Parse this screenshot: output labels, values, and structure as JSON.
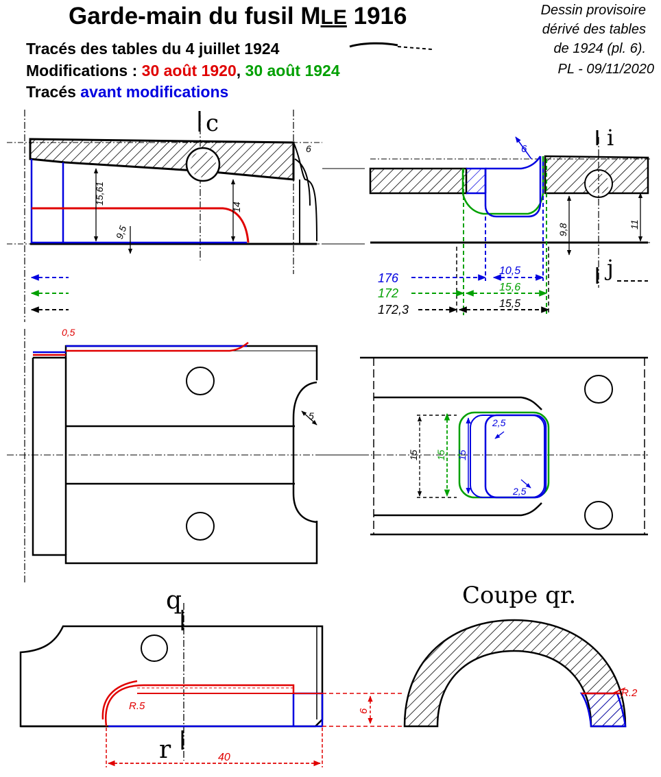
{
  "title": {
    "prefix": "Garde-main du fusil M",
    "superscript": "LE",
    "suffix": " 1916"
  },
  "subtitle": {
    "line1": "Tracés des tables du 4 juillet 1924",
    "line2_prefix": "Modifications : ",
    "date_red": "30 août 1920",
    "separator": ", ",
    "date_green": "30 août 1924",
    "line3_prefix": "Tracés ",
    "line3_blue": "avant modifications"
  },
  "note": {
    "line1": "Dessin provisoire",
    "line2": "dérivé des tables",
    "line3": "de 1924 (pl. 6).",
    "line4": "PL - 09/11/2020"
  },
  "colors": {
    "red": "#e00000",
    "green": "#00a000",
    "blue": "#0000e0",
    "black": "#000000"
  },
  "section_letters": {
    "c": "c",
    "i": "i",
    "j": "j",
    "q": "q",
    "r": "r"
  },
  "section_title": "Coupe qr.",
  "dimensions": {
    "top_left_small": "6",
    "top_left_height": "15,61",
    "top_left_red_height": "14",
    "top_left_bottom": "9,5",
    "top_right_corner": "6",
    "top_right_height_a": "9,8",
    "top_right_height_b": "11",
    "row_blue_left": "176",
    "row_blue_right": "10,5",
    "row_green_left": "172",
    "row_green_right": "15,6",
    "row_black_left": "172,3",
    "row_black_right": "15,5",
    "mid_left_red": "0,5",
    "mid_left_notch": "5",
    "mid_right_black": "15",
    "mid_right_green": "15",
    "mid_right_blue": "15",
    "mid_right_radius_top": "2,5",
    "mid_right_radius_bottom": "2,5",
    "bottom_radius": "R.5",
    "bottom_height": "6",
    "bottom_length": "40",
    "section_radius": "R.2"
  }
}
